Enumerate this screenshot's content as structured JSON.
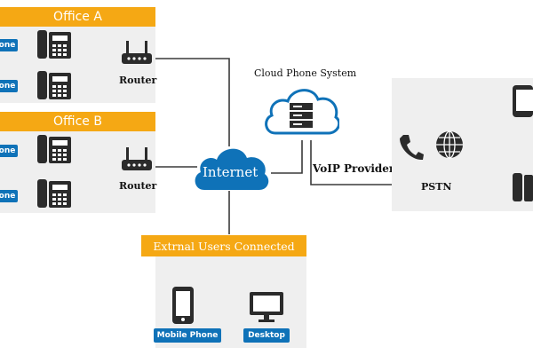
{
  "office_a": {
    "title": "Office A",
    "tag_top": "one",
    "tag_bottom": "one",
    "router_label": "Router"
  },
  "office_b": {
    "title": "Office B",
    "tag_top": "one",
    "tag_bottom": "one",
    "router_label": "Router"
  },
  "internet": {
    "label": "Internet"
  },
  "cloud_system": {
    "label": "Cloud Phone System"
  },
  "voip": {
    "label": "VoIP Provider"
  },
  "pstn": {
    "label": "PSTN"
  },
  "external": {
    "title": "Extrnal Users Connected",
    "mobile_label": "Mobile Phone",
    "desktop_label": "Desktop"
  },
  "colors": {
    "orange": "#f5a814",
    "blue": "#0f72b8",
    "dark": "#2b2b2b",
    "panel": "#efefef"
  }
}
